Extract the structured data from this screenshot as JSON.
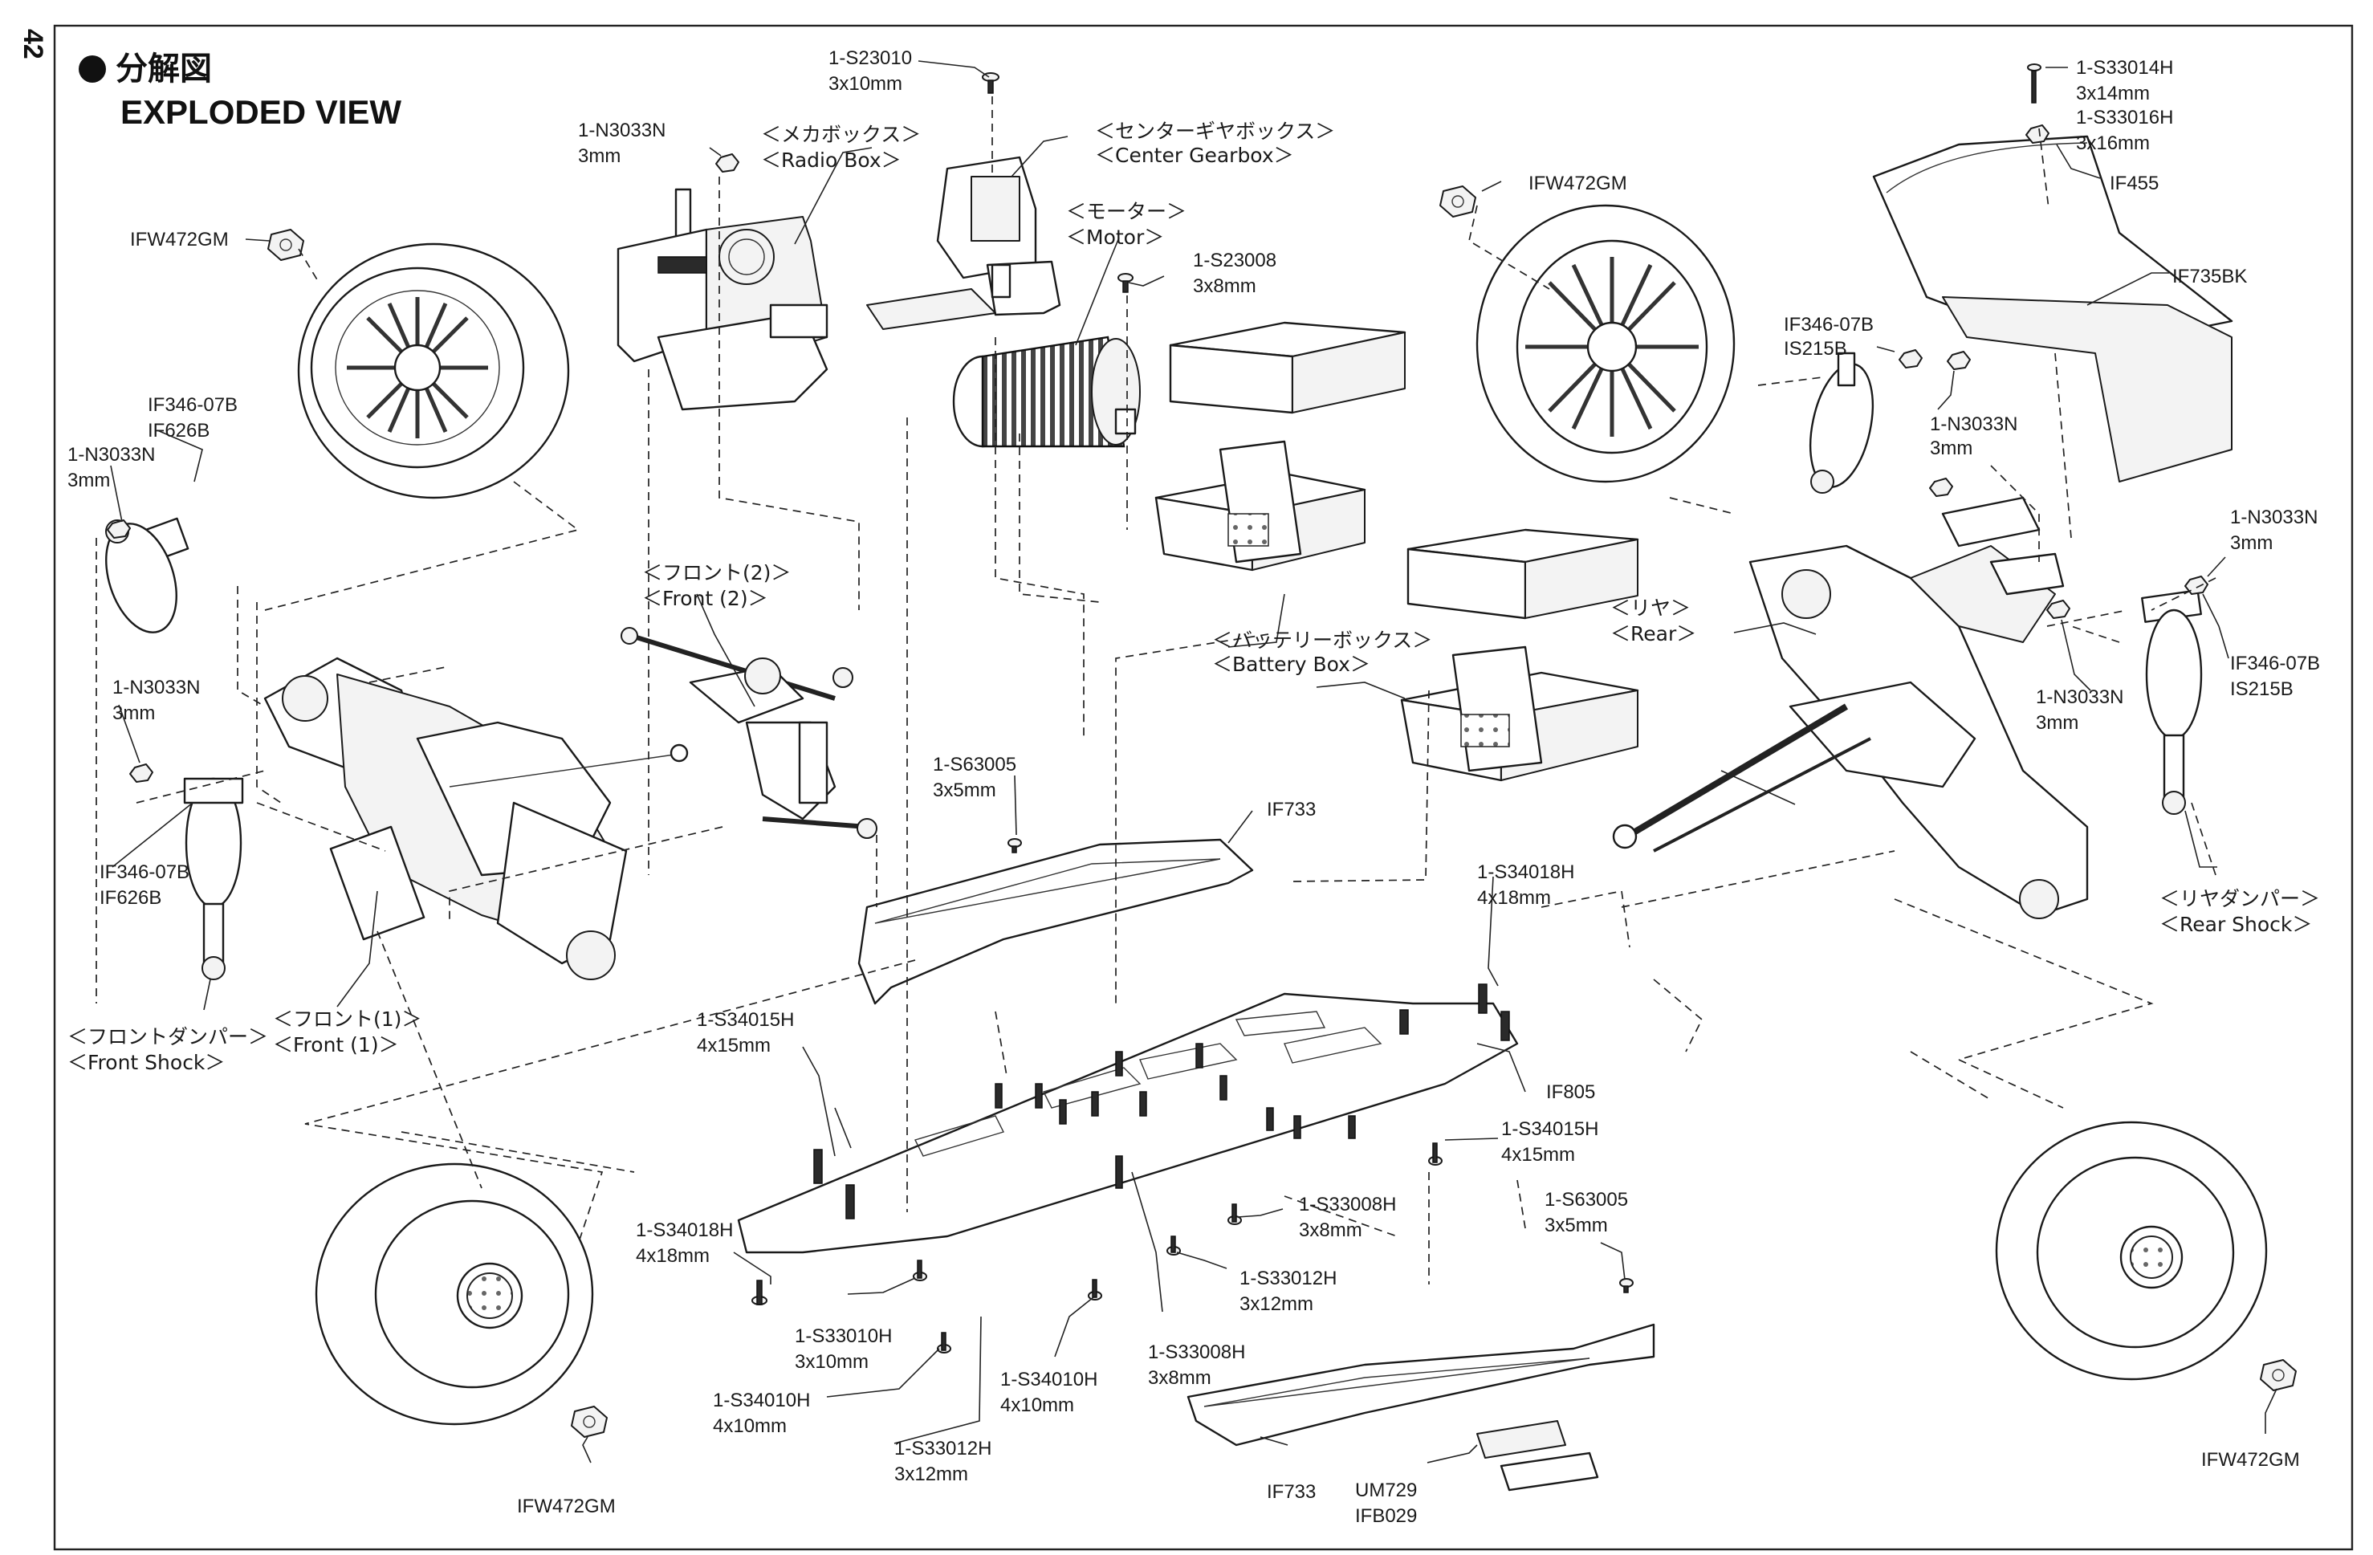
{
  "page_number": "42",
  "title": {
    "jp": "分解図",
    "en": "EXPLODED VIEW"
  },
  "sections": [
    {
      "id": "radio-box",
      "jp": "＜メカボックス＞",
      "en": "＜Radio Box＞"
    },
    {
      "id": "center-gearbox",
      "jp": "＜センターギヤボックス＞",
      "en": "＜Center Gearbox＞"
    },
    {
      "id": "motor",
      "jp": "＜モーター＞",
      "en": "＜Motor＞"
    },
    {
      "id": "front-2",
      "jp": "＜フロント(2)＞",
      "en": "＜Front (2)＞"
    },
    {
      "id": "battery-box",
      "jp": "＜バッテリーボックス＞",
      "en": "＜Battery Box＞"
    },
    {
      "id": "rear",
      "jp": "＜リヤ＞",
      "en": "＜Rear＞"
    },
    {
      "id": "rear-shock",
      "jp": "＜リヤダンパー＞",
      "en": "＜Rear Shock＞"
    },
    {
      "id": "front-1",
      "jp": "＜フロント(1)＞",
      "en": "＜Front (1)＞"
    },
    {
      "id": "front-shock",
      "jp": "＜フロントダンパー＞",
      "en": "＜Front Shock＞"
    }
  ],
  "callouts": [
    {
      "id": "c01",
      "lines": [
        "1-S23010",
        "3x10mm"
      ]
    },
    {
      "id": "c02",
      "lines": [
        "1-N3033N",
        "3mm"
      ]
    },
    {
      "id": "c03",
      "lines": [
        "IFW472GM"
      ]
    },
    {
      "id": "c04",
      "lines": [
        "1-S23008",
        "3x8mm"
      ]
    },
    {
      "id": "c05",
      "lines": [
        "IFW472GM"
      ]
    },
    {
      "id": "c06",
      "lines": [
        "1-S33014H",
        "3x14mm",
        "1-S33016H",
        "3x16mm"
      ]
    },
    {
      "id": "c07",
      "lines": [
        "IF455"
      ]
    },
    {
      "id": "c08",
      "lines": [
        "IF735BK"
      ]
    },
    {
      "id": "c09",
      "lines": [
        "IF346-07B",
        "IS215B"
      ]
    },
    {
      "id": "c10",
      "lines": [
        "1-N3033N",
        "3mm"
      ]
    },
    {
      "id": "c11",
      "lines": [
        "1-N3033N",
        "3mm"
      ]
    },
    {
      "id": "c12",
      "lines": [
        "IF346-07B",
        "IS215B"
      ]
    },
    {
      "id": "c13",
      "lines": [
        "1-N3033N",
        "3mm"
      ]
    },
    {
      "id": "c14",
      "lines": [
        "IF346-07B",
        "IF626B"
      ]
    },
    {
      "id": "c15",
      "lines": [
        "1-N3033N",
        "3mm"
      ]
    },
    {
      "id": "c16",
      "lines": [
        "1-N3033N",
        "3mm"
      ]
    },
    {
      "id": "c17",
      "lines": [
        "IF346-07B",
        "IF626B"
      ]
    },
    {
      "id": "c18",
      "lines": [
        "1-S63005",
        "3x5mm"
      ]
    },
    {
      "id": "c19",
      "lines": [
        "IF733"
      ]
    },
    {
      "id": "c20",
      "lines": [
        "1-S34018H",
        "4x18mm"
      ]
    },
    {
      "id": "c21",
      "lines": [
        "1-S34015H",
        "4x15mm"
      ]
    },
    {
      "id": "c22",
      "lines": [
        "IF805"
      ]
    },
    {
      "id": "c23",
      "lines": [
        "1-S34015H",
        "4x15mm"
      ]
    },
    {
      "id": "c24",
      "lines": [
        "1-S33008H",
        "3x8mm"
      ]
    },
    {
      "id": "c25",
      "lines": [
        "1-S63005",
        "3x5mm"
      ]
    },
    {
      "id": "c26",
      "lines": [
        "1-S34018H",
        "4x18mm"
      ]
    },
    {
      "id": "c27",
      "lines": [
        "1-S33012H",
        "3x12mm"
      ]
    },
    {
      "id": "c28",
      "lines": [
        "1-S33010H",
        "3x10mm"
      ]
    },
    {
      "id": "c29",
      "lines": [
        "1-S33008H",
        "3x8mm"
      ]
    },
    {
      "id": "c30",
      "lines": [
        "1-S34010H",
        "4x10mm"
      ]
    },
    {
      "id": "c31",
      "lines": [
        "1-S34010H",
        "4x10mm"
      ]
    },
    {
      "id": "c32",
      "lines": [
        "1-S33012H",
        "3x12mm"
      ]
    },
    {
      "id": "c33",
      "lines": [
        "IFW472GM"
      ]
    },
    {
      "id": "c34",
      "lines": [
        "IF733"
      ]
    },
    {
      "id": "c35",
      "lines": [
        "UM729",
        "IFB029"
      ]
    },
    {
      "id": "c36",
      "lines": [
        "IFW472GM"
      ]
    }
  ]
}
